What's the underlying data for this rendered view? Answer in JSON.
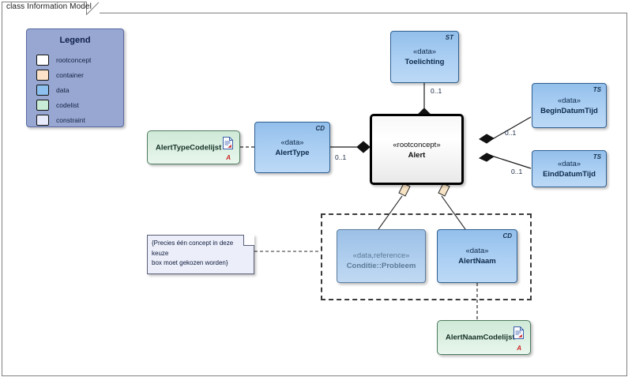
{
  "diagram": {
    "frame_title": "class Information Model"
  },
  "legend": {
    "title": "Legend",
    "items": [
      {
        "label": "rootconcept",
        "color": "#ffffff"
      },
      {
        "label": "container",
        "color": "#fbe2c8"
      },
      {
        "label": "data",
        "color": "#8dc0ef"
      },
      {
        "label": "codelist",
        "color": "#c9ecd6"
      },
      {
        "label": "constraint",
        "color": "#e7eafb"
      }
    ]
  },
  "nodes": {
    "toelichting": {
      "stereotype": "«data»",
      "name": "Toelichting",
      "tag": "ST"
    },
    "begin_datum_tijd": {
      "stereotype": "«data»",
      "name": "BeginDatumTijd",
      "tag": "TS"
    },
    "eind_datum_tijd": {
      "stereotype": "«data»",
      "name": "EindDatumTijd",
      "tag": "TS"
    },
    "alert": {
      "stereotype": "«rootconcept»",
      "name": "Alert",
      "tag": ""
    },
    "alert_type": {
      "stereotype": "«data»",
      "name": "AlertType",
      "tag": "CD"
    },
    "alert_naam": {
      "stereotype": "«data»",
      "name": "AlertNaam",
      "tag": "CD"
    },
    "conditie_probleem": {
      "stereotype": "«data,reference»",
      "name": "Conditie::Probleem",
      "tag": ""
    },
    "alert_type_codelijst": {
      "name": "AlertTypeCodelijst",
      "marker": "A"
    },
    "alert_naam_codelijst": {
      "name": "AlertNaamCodelijst",
      "marker": "A"
    }
  },
  "note": {
    "line1": "{Precies één concept in deze keuze",
    "line2": "box moet gekozen worden}"
  },
  "multiplicities": {
    "toelichting": "0..1",
    "alert_type": "0..1",
    "begin_datum_tijd": "0..1",
    "eind_datum_tijd": "0..1"
  },
  "colors": {
    "data_fill": "#a8cdf2",
    "codelist_fill": "#dcf0e2",
    "legend_fill": "#97a7d2",
    "container_diamond": "#f6e2c4",
    "note_fill": "#eceffa",
    "root_border": "#000000"
  }
}
